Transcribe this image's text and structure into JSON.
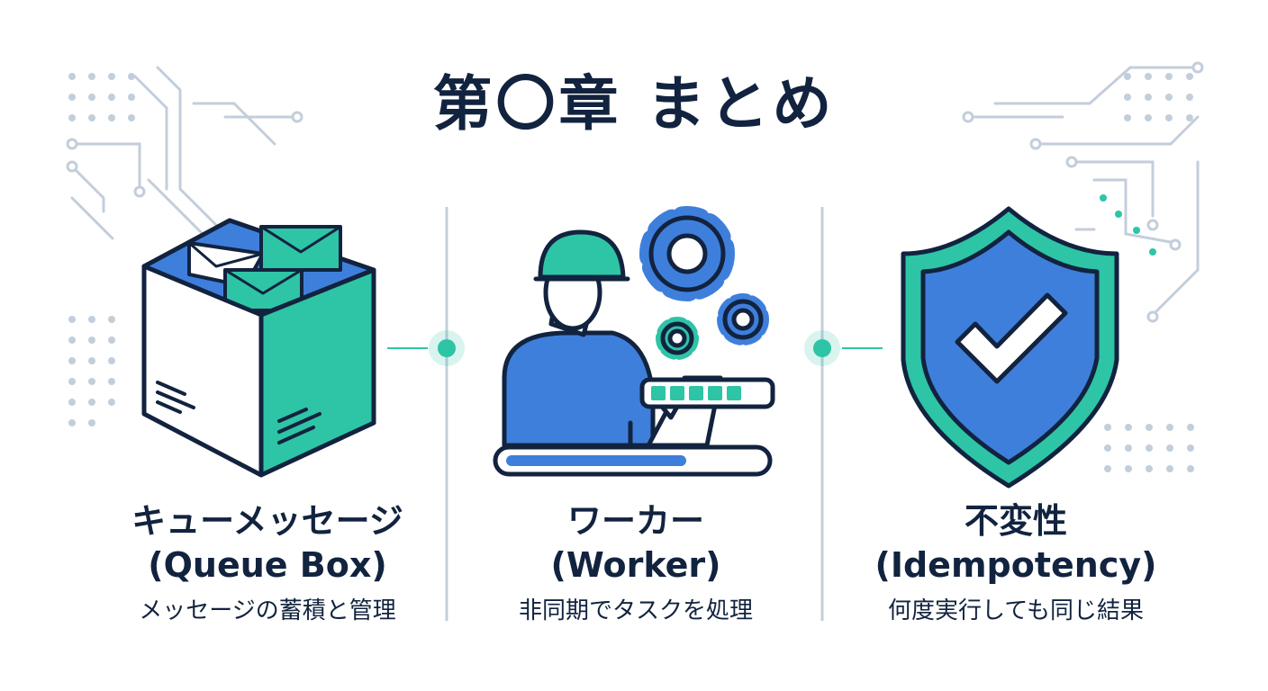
{
  "title": "第〇章 まとめ",
  "colors": {
    "navy": "#12233f",
    "blue": "#3f7fdc",
    "teal": "#2ec4a6",
    "circuit": "#c3cedb"
  },
  "columns": [
    {
      "icon": "queue-box-icon",
      "name": "キューメッセージ",
      "en": "(Queue Box)",
      "desc": "メッセージの蓄積と管理"
    },
    {
      "icon": "worker-icon",
      "name": "ワーカー",
      "en": "(Worker)",
      "desc": "非同期でタスクを処理"
    },
    {
      "icon": "shield-check-icon",
      "name": "不変性",
      "en": "(Idempotency)",
      "desc": "何度実行しても同じ結果"
    }
  ]
}
